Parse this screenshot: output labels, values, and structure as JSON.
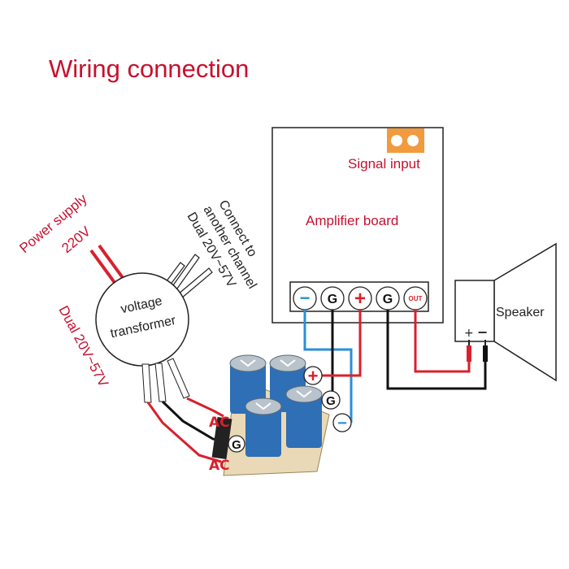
{
  "title": "Wiring  connection",
  "amplifier": {
    "label": "Amplifier  board",
    "signal_label": "Signal  input",
    "terminals": [
      "−",
      "G",
      "+",
      "G",
      "OUT"
    ]
  },
  "power": {
    "line1": "Power  supply",
    "line2": "220V"
  },
  "transformer": {
    "line1": "voltage",
    "line2": "transformer",
    "output_label": "Dual  20V~57V"
  },
  "connect_note": {
    "line1": "Connect to",
    "line2": "another channel",
    "line3": "Dual  20V~57V"
  },
  "speaker": {
    "label": "Speaker",
    "plus": "+",
    "minus": "−"
  },
  "rectifier": {
    "ac_top": "AC",
    "ground": "G",
    "ac_bottom": "AC",
    "out_plus": "+",
    "out_ground": "G",
    "out_minus": "−"
  },
  "colors": {
    "title": "#c8102e",
    "wire_red": "#d9202c",
    "wire_blue": "#2a8fd8",
    "wire_black": "#111111",
    "capacitor": "#2f6fb5",
    "pad_orange": "#f19a3e",
    "board": "#e9d9b6"
  }
}
